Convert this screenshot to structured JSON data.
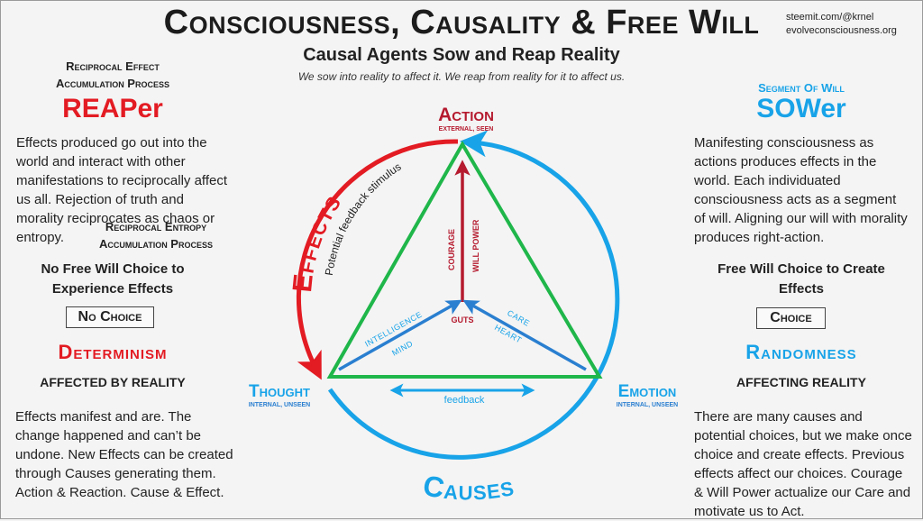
{
  "header": {
    "title": "Consciousness, Causality & Free Will",
    "subtitle": "Causal Agents Sow and Reap Reality",
    "tagline": "We sow into reality to affect it. We reap from reality for it to affect us.",
    "links": [
      "steemit.com/@krnel",
      "evolveconsciousness.org"
    ]
  },
  "left": {
    "acronym_line1": "Reciprocal Effect",
    "acronym_line2": "Accumulation Process",
    "name": "REAPer",
    "description": "Effects produced go out into the world and interact with other manifestations to reciprocally affect us all. Rejection of truth and morality reciprocates as chaos or entropy.",
    "entropy_line1": "Reciprocal Entropy",
    "entropy_line2": "Accumulation Process",
    "choice_heading": "No Free Will Choice to Experience Effects",
    "choice_box": "No Choice",
    "ism": "Determinism",
    "affect_label": "AFFECTED BY REALITY",
    "footer_text": "Effects manifest and are. The change happened and can’t be undone. New Effects can be created through Causes generating them. Action & Reaction. Cause & Effect."
  },
  "right": {
    "acronym": "Segment Of Will",
    "name": "SOWer",
    "description": "Manifesting consciousness as actions produces effects in the world. Each individuated consciousness acts as a segment of will. Aligning our will with morality produces right-action.",
    "choice_heading": "Free Will Choice to Create Effects",
    "choice_box": "Choice",
    "ism": "Randomness",
    "affect_label": "AFFECTING REALITY",
    "footer_text": "There are many causes and potential choices, but we make once choice and create effects. Previous effects affect our choices. Courage & Will Power actualize our Care and motivate us to Act."
  },
  "diagram": {
    "action": {
      "label": "Action",
      "sub": "EXTERNAL, SEEN"
    },
    "thought": {
      "label": "Thought",
      "sub": "INTERNAL, UNSEEN"
    },
    "emotion": {
      "label": "Emotion",
      "sub": "INTERNAL, UNSEEN"
    },
    "effects_arc_label": "Effects",
    "effects_arc_sub": "Potential feedback stimulus",
    "causes_arc_label": "Causes",
    "feedback_label": "feedback",
    "courage": "COURAGE",
    "will_power": "WILL POWER",
    "guts": "GUTS",
    "intelligence": "INTELLIGENCE",
    "mind": "MIND",
    "care": "CARE",
    "heart": "HEART"
  },
  "colors": {
    "red": "#e31b23",
    "dark_red": "#b51a2e",
    "blue": "#18a3e8",
    "dark_blue": "#2a7fd0",
    "green": "#1fb64a"
  }
}
